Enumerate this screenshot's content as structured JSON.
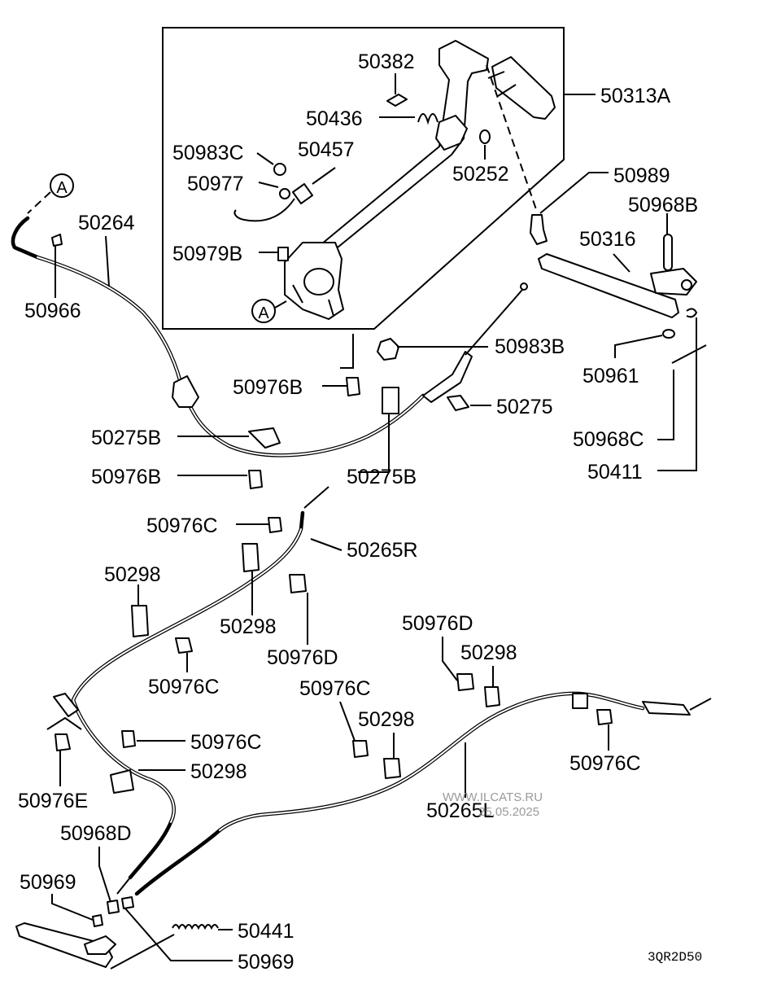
{
  "labels": {
    "p50382": "50382",
    "p50313A": "50313A",
    "p50436": "50436",
    "p50983C": "50983C",
    "p50457": "50457",
    "p50977": "50977",
    "p50252": "50252",
    "p50979B": "50979B",
    "p50989": "50989",
    "p50968B": "50968B",
    "p50264": "50264",
    "p50316": "50316",
    "p50966": "50966",
    "p50983B": "50983B",
    "p50976B_a": "50976B",
    "p50275": "50275",
    "p50961": "50961",
    "p50275B_a": "50275B",
    "p50968C": "50968C",
    "p50976B_b": "50976B",
    "p50275B_b": "50275B",
    "p50411": "50411",
    "p50976C_a": "50976C",
    "p50265R": "50265R",
    "p50298_a": "50298",
    "p50298_b": "50298",
    "p50976D_a": "50976D",
    "p50976D_b": "50976D",
    "p50298_c": "50298",
    "p50976C_b": "50976C",
    "p50976C_c": "50976C",
    "p50298_d": "50298",
    "p50976C_d": "50976C",
    "p50976E": "50976E",
    "p50298_e": "50298",
    "p50265L": "50265L",
    "p50976C_e": "50976C",
    "p50968D": "50968D",
    "p50969_a": "50969",
    "p50441": "50441",
    "p50969_b": "50969",
    "callout_a1": "A",
    "callout_a2": "A"
  },
  "diagram_code": "3QR2D50",
  "watermark": {
    "line1": "WWW.ILCATS.RU",
    "line2": "25.05.2025"
  }
}
